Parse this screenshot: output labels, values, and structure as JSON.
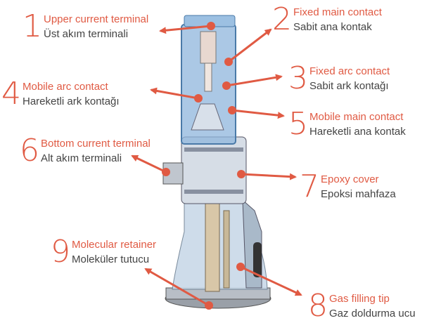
{
  "accent_color": "#e05a43",
  "labels": [
    {
      "num": "1",
      "en": "Upper current terminal",
      "tr": "Üst akım terminali"
    },
    {
      "num": "2",
      "en": "Fixed main contact",
      "tr": "Sabit ana kontak"
    },
    {
      "num": "3",
      "en": "Fixed arc contact",
      "tr": "Sabit ark kontağı"
    },
    {
      "num": "4",
      "en": "Mobile arc contact",
      "tr": "Hareketli ark kontağı"
    },
    {
      "num": "5",
      "en": "Mobile main contact",
      "tr": "Hareketli ana kontak"
    },
    {
      "num": "6",
      "en": "Bottom current terminal",
      "tr": "Alt akım terminali"
    },
    {
      "num": "7",
      "en": "Epoxy cover",
      "tr": "Epoksi mahfaza"
    },
    {
      "num": "8",
      "en": "Gas filling tip",
      "tr": "Gaz doldurma ucu"
    },
    {
      "num": "9",
      "en": "Molecular retainer",
      "tr": "Moleküler tutucu"
    }
  ]
}
